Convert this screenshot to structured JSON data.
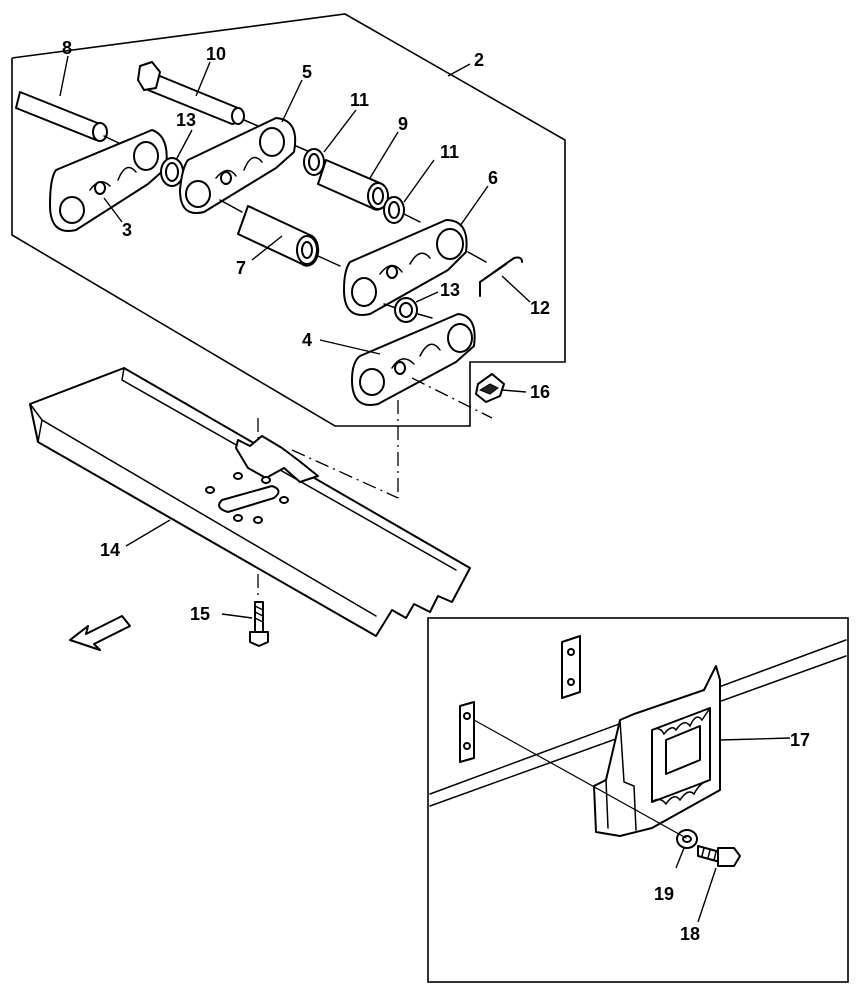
{
  "labels": {
    "p2": "2",
    "p3": "3",
    "p4": "4",
    "p5": "5",
    "p6": "6",
    "p7": "7",
    "p8": "8",
    "p9": "9",
    "p10": "10",
    "p11a": "11",
    "p11b": "11",
    "p12": "12",
    "p13a": "13",
    "p13b": "13",
    "p14": "14",
    "p15": "15",
    "p16": "16",
    "p17": "17",
    "p18": "18",
    "p19": "19"
  },
  "icons": {
    "direction": "forward-arrow-icon"
  }
}
